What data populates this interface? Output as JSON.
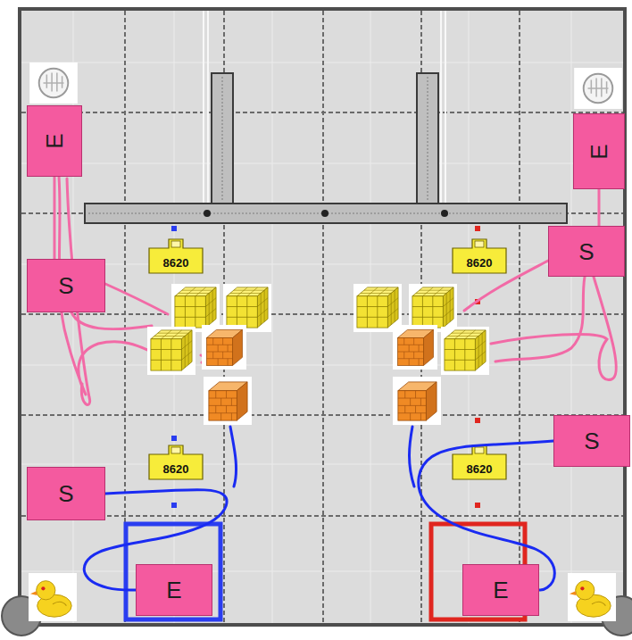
{
  "diagram": {
    "nodes": [
      {
        "text": [
          "E"
        ]
      },
      {
        "text": [
          "E"
        ]
      },
      {
        "text": [
          "S"
        ]
      },
      {
        "text": [
          "S"
        ]
      },
      {
        "text": [
          "S"
        ]
      },
      {
        "text": [
          "S"
        ]
      },
      {
        "text": [
          "E"
        ]
      },
      {
        "text": [
          "E"
        ]
      }
    ],
    "edges": [
      {
        "from": 0,
        "to": 2,
        "arrow": "none"
      },
      {
        "from": 1,
        "to": 3,
        "arrow": "none"
      },
      {
        "from": 5,
        "to": 6,
        "arrow": "none"
      },
      {
        "from": 4,
        "to": 7,
        "arrow": "none"
      }
    ],
    "labels": [
      "8620",
      "8620",
      "8620",
      "8620"
    ]
  }
}
